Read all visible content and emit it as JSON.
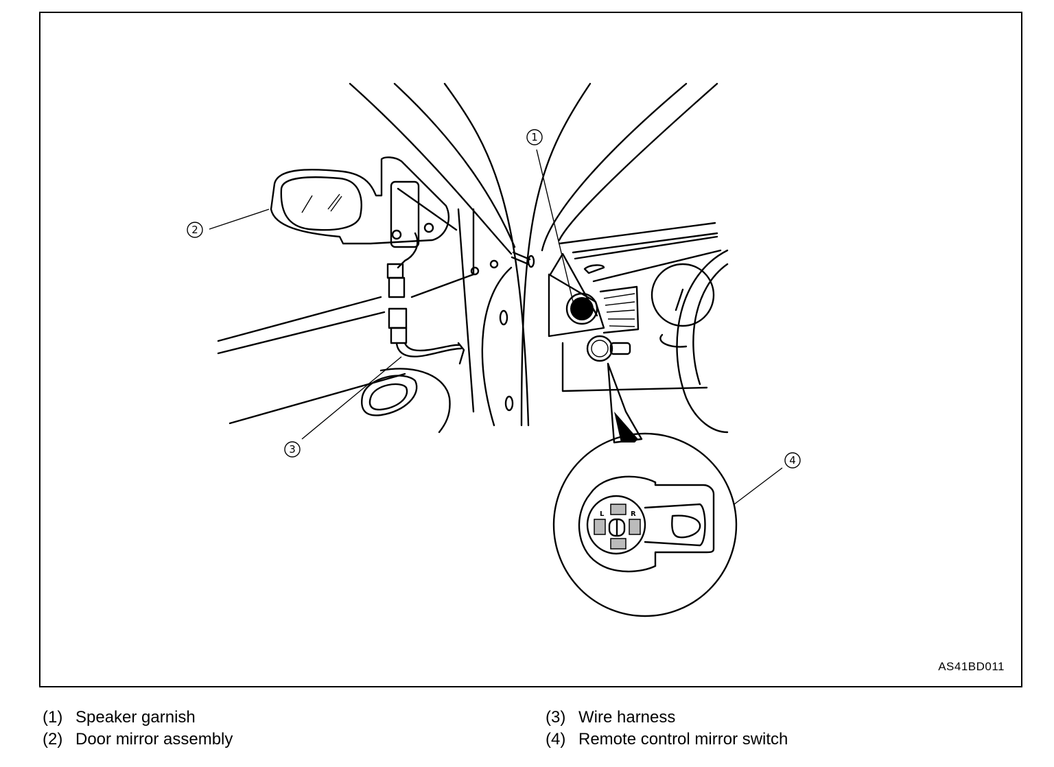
{
  "figure": {
    "code": "AS41BD011",
    "callouts": [
      {
        "id": "1",
        "glyph": "1"
      },
      {
        "id": "2",
        "glyph": "2"
      },
      {
        "id": "3",
        "glyph": "3"
      },
      {
        "id": "4",
        "glyph": "4"
      }
    ],
    "switch_labels": {
      "left": "L",
      "right": "R"
    }
  },
  "legend": {
    "items": [
      {
        "num": "(1)",
        "label": "Speaker garnish"
      },
      {
        "num": "(2)",
        "label": "Door mirror assembly"
      },
      {
        "num": "(3)",
        "label": "Wire harness"
      },
      {
        "num": "(4)",
        "label": "Remote control mirror switch"
      }
    ]
  }
}
